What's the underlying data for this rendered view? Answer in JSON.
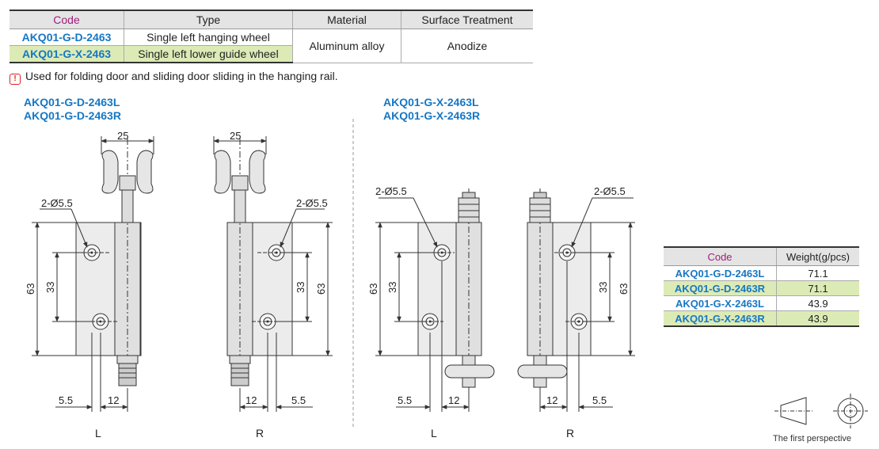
{
  "spec_table": {
    "headers": [
      "Code",
      "Type",
      "Material",
      "Surface Treatment"
    ],
    "rows": [
      {
        "code": "AKQ01-G-D-2463",
        "type": "Single left  hanging wheel"
      },
      {
        "code": "AKQ01-G-X-2463",
        "type": "Single left lower guide wheel"
      }
    ],
    "material": "Aluminum alloy",
    "surface": "Anodize"
  },
  "note": "Used for folding door and sliding door sliding in the hanging rail.",
  "group_left_titles": [
    "AKQ01-G-D-2463L",
    "AKQ01-G-D-2463R"
  ],
  "group_right_titles": [
    "AKQ01-G-X-2463L",
    "AKQ01-G-X-2463R"
  ],
  "dims": {
    "width": "25",
    "hole": "2-Ø5.5",
    "height": "63",
    "hole_pitch": "33",
    "offset": "5.5",
    "shaft": "12"
  },
  "side_labels": {
    "left": "L",
    "right": "R"
  },
  "weight_table": {
    "headers": [
      "Code",
      "Weight(g/pcs)"
    ],
    "rows": [
      {
        "code": "AKQ01-G-D-2463L",
        "weight": "71.1"
      },
      {
        "code": "AKQ01-G-D-2463R",
        "weight": "71.1"
      },
      {
        "code": "AKQ01-G-X-2463L",
        "weight": "43.9"
      },
      {
        "code": "AKQ01-G-X-2463R",
        "weight": "43.9"
      }
    ]
  },
  "perspective_label": "The first perspective",
  "colors": {
    "code_blue": "#1677c4",
    "header_magenta": "#a0207a",
    "highlight_green": "#dcebb6",
    "warn_red": "#dd2222"
  }
}
